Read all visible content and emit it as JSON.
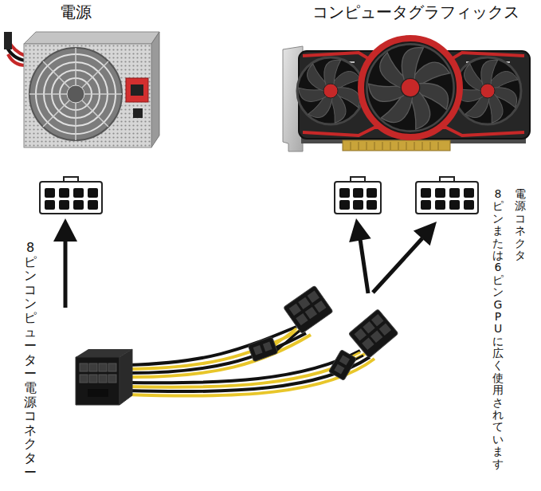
{
  "diagram": {
    "labels": [
      "電源",
      "コンピュータグラフィックス",
      "8ピンコンピューター電源コネクター",
      "電源コネクタ",
      "8ピンまたは6ピンGPUに広く使用されています"
    ]
  }
}
